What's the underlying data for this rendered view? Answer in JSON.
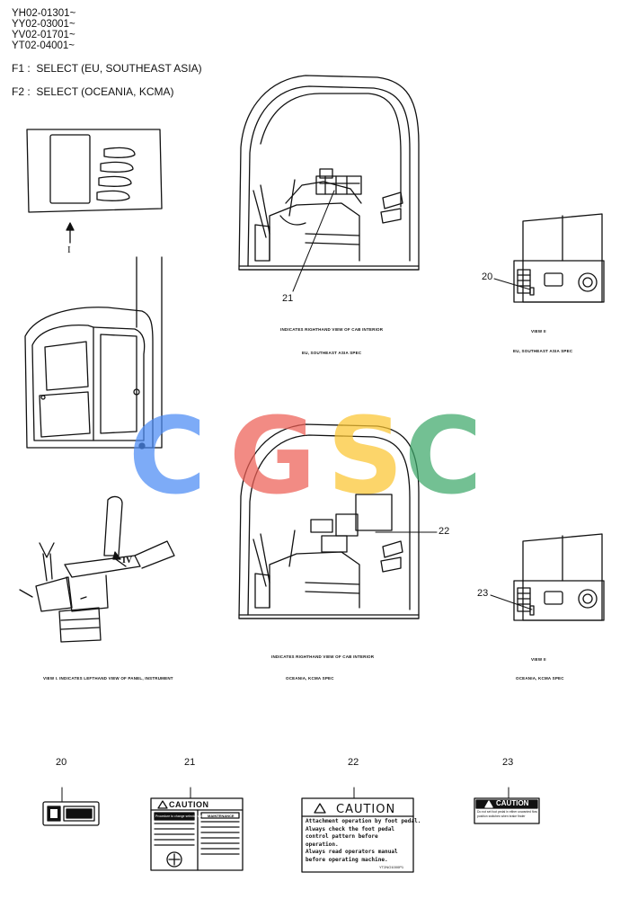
{
  "header": {
    "serials": [
      "YH02-01301~",
      "YY02-03001~",
      "YV02-01701~",
      "YT02-04001~"
    ],
    "notes": [
      {
        "code": "F1",
        "sep": ":",
        "text": "SELECT (EU, SOUTHEAST ASIA)"
      },
      {
        "code": "F2",
        "sep": ":",
        "text": "SELECT (OCEANIA, KCMA)"
      }
    ]
  },
  "views": {
    "view_i_arrow": "I",
    "view_iv_arrow": "IV",
    "cab_eu_caption": "INDICATES RIGHTHAND VIEW OF CAB INTERIOR",
    "cab_eu_spec": "EU, SOUTHEAST ASIA SPEC",
    "view_ii_eu_caption": "VIEW II",
    "view_ii_eu_spec": "EU, SOUTHEAST ASIA SPEC",
    "cab_oc_caption": "INDICATES RIGHTHAND VIEW OF CAB INTERIOR",
    "cab_oc_spec": "OCEANIA, KCMA SPEC",
    "view_ii_oc_caption": "VIEW II",
    "view_ii_oc_spec": "OCEANIA, KCMA SPEC",
    "view_i_caption": "VIEW I.  INDICATES LEFTHAND VIEW OF PANEL, INSTRUMENT"
  },
  "callouts": {
    "c20": "20",
    "c21": "21",
    "c22": "22",
    "c23": "23"
  },
  "parts": {
    "p20": {
      "no": "20"
    },
    "p21": {
      "no": "21",
      "header": "CAUTION",
      "subheader": "Procedure to change selector valve",
      "right_header": "MAINTENANCE"
    },
    "p22": {
      "no": "22",
      "header": "CAUTION",
      "lines": [
        "Attachment operation by foot pedal.",
        "Always check the foot pedal",
        "control pattern before",
        "operation.",
        "Always read operators manual",
        "before operating machine."
      ],
      "code": "YT2NO1000P1"
    },
    "p23": {
      "no": "23",
      "header": "CAUTION",
      "lines": [
        "Do not set foot pedal in either unwanted flow",
        "position switches when brake finder"
      ]
    }
  },
  "watermark": {
    "letters": [
      {
        "ch": "C",
        "color": "#4c8cf5"
      },
      {
        "ch": "G",
        "color": "#ee5f55"
      },
      {
        "ch": "S",
        "color": "#fbc531"
      },
      {
        "ch": "C",
        "color": "#3ea86a"
      }
    ]
  }
}
